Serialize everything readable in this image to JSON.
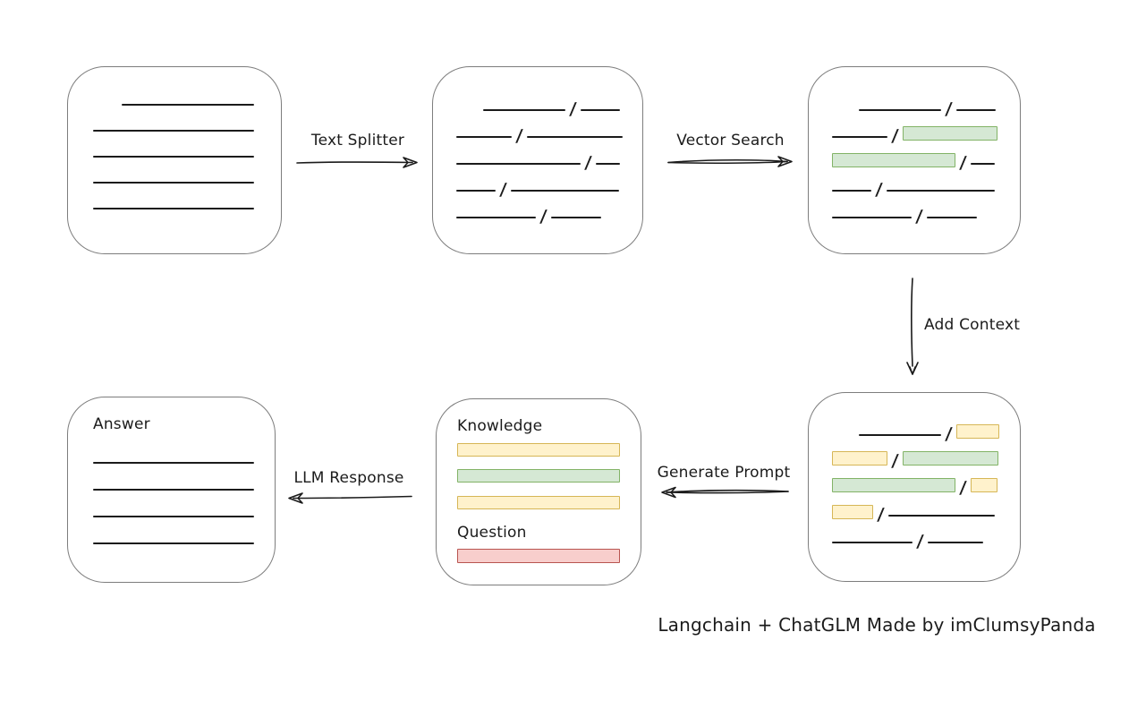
{
  "colors": {
    "green_fill": "#D5E8D4",
    "green_stroke": "#82B366",
    "yellow_fill": "#FFF2CC",
    "yellow_stroke": "#D6B656",
    "red_fill": "#F8CECC",
    "red_stroke": "#B85450",
    "box_border": "#7d7d7d",
    "ink": "#1b1b1b"
  },
  "labels": {
    "text_splitter": "Text Splitter",
    "vector_search": "Vector Search",
    "add_context": "Add Context",
    "generate_prompt": "Generate Prompt",
    "llm_response": "LLM Response"
  },
  "boxes": {
    "source_document": {
      "rows": [
        [
          {
            "t": "gap",
            "w": 32
          },
          {
            "t": "line",
            "w": 148
          }
        ],
        [
          {
            "t": "line",
            "w": 180
          }
        ],
        [
          {
            "t": "line",
            "w": 180
          }
        ],
        [
          {
            "t": "line",
            "w": 180
          }
        ],
        [
          {
            "t": "line",
            "w": 180
          }
        ]
      ]
    },
    "split_text": {
      "rows": [
        [
          {
            "t": "gap",
            "w": 30
          },
          {
            "t": "line",
            "w": 92
          },
          {
            "t": "slash"
          },
          {
            "t": "line",
            "w": 44
          }
        ],
        [
          {
            "t": "line",
            "w": 62
          },
          {
            "t": "slash"
          },
          {
            "t": "line",
            "w": 107
          }
        ],
        [
          {
            "t": "line",
            "w": 139
          },
          {
            "t": "slash"
          },
          {
            "t": "line",
            "w": 27
          }
        ],
        [
          {
            "t": "line",
            "w": 44
          },
          {
            "t": "slash"
          },
          {
            "t": "line",
            "w": 121
          }
        ],
        [
          {
            "t": "line",
            "w": 89
          },
          {
            "t": "slash"
          },
          {
            "t": "line",
            "w": 56
          }
        ]
      ]
    },
    "vector_matches": {
      "rows": [
        [
          {
            "t": "gap",
            "w": 30
          },
          {
            "t": "line",
            "w": 92
          },
          {
            "t": "slash"
          },
          {
            "t": "line",
            "w": 44
          }
        ],
        [
          {
            "t": "line",
            "w": 62
          },
          {
            "t": "slash"
          },
          {
            "t": "green",
            "w": 106
          }
        ],
        [
          {
            "t": "green",
            "w": 138
          },
          {
            "t": "slash"
          },
          {
            "t": "line",
            "w": 27
          }
        ],
        [
          {
            "t": "line",
            "w": 44
          },
          {
            "t": "slash"
          },
          {
            "t": "line",
            "w": 121
          }
        ],
        [
          {
            "t": "line",
            "w": 89
          },
          {
            "t": "slash"
          },
          {
            "t": "line",
            "w": 56
          }
        ]
      ]
    },
    "context_chunks": {
      "rows": [
        [
          {
            "t": "gap",
            "w": 30
          },
          {
            "t": "line",
            "w": 92
          },
          {
            "t": "slash"
          },
          {
            "t": "yellow",
            "w": 48
          }
        ],
        [
          {
            "t": "yellow",
            "w": 62
          },
          {
            "t": "slash"
          },
          {
            "t": "green",
            "w": 107
          }
        ],
        [
          {
            "t": "green",
            "w": 138
          },
          {
            "t": "slash"
          },
          {
            "t": "yellow",
            "w": 30
          }
        ],
        [
          {
            "t": "yellow",
            "w": 46
          },
          {
            "t": "slash"
          },
          {
            "t": "line",
            "w": 119
          }
        ],
        [
          {
            "t": "line",
            "w": 90
          },
          {
            "t": "slash"
          },
          {
            "t": "line",
            "w": 62
          }
        ]
      ]
    },
    "prompt": {
      "knowledge_label": "Knowledge",
      "question_label": "Question"
    },
    "answer": {
      "title": "Answer",
      "rows": [
        [
          {
            "t": "line",
            "w": 180
          }
        ],
        [
          {
            "t": "line",
            "w": 180
          }
        ],
        [
          {
            "t": "line",
            "w": 180
          }
        ],
        [
          {
            "t": "line",
            "w": 180
          }
        ]
      ]
    }
  },
  "caption": "Langchain + ChatGLM Made by imClumsyPanda"
}
